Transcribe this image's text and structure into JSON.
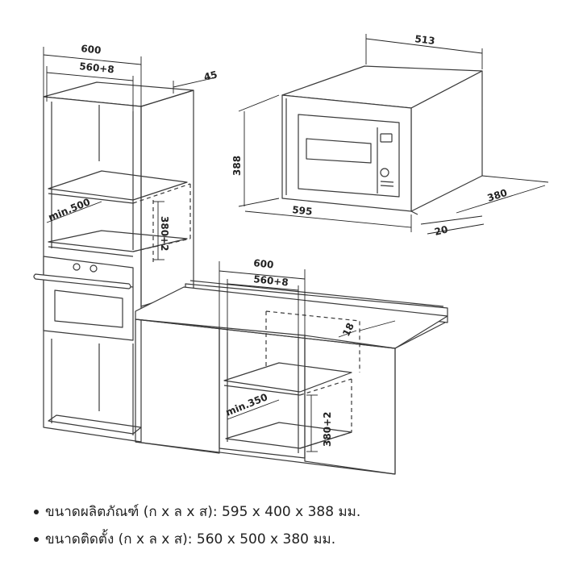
{
  "dimensions": {
    "tall_width": "600",
    "tall_inner_width": "560+8",
    "tall_offset": "45",
    "tall_min_depth": "min.500",
    "tall_niche_height": "380+2",
    "mw_width": "513",
    "mw_height": "388",
    "mw_front_width": "595",
    "mw_depth": "380",
    "mw_door_depth": "20",
    "base_width": "600",
    "base_inner_width": "560+8",
    "base_offset": "18",
    "base_min_depth": "min.350",
    "base_niche_height": "380+2"
  },
  "specs": [
    {
      "text": "ขนาดผลิตภัณฑ์ (ก x ล x ส): 595 x 400 x 388 มม."
    },
    {
      "text": "ขนาดติดตั้ง (ก x ล x ส): 560 x 500 x 380 มม."
    }
  ],
  "colors": {
    "line": "#3a3a3a",
    "dim": "#222222"
  }
}
